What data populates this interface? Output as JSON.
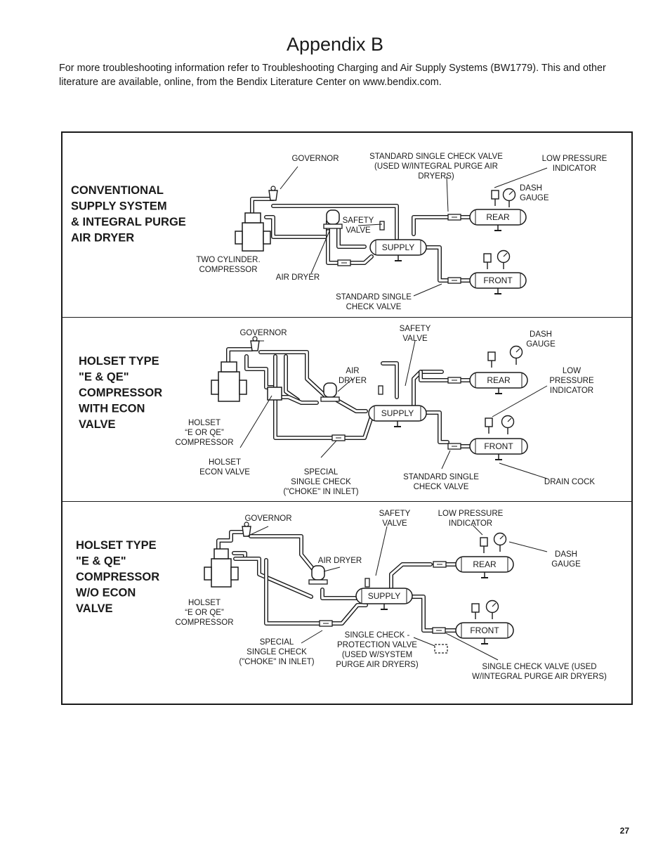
{
  "page": {
    "title": "Appendix B",
    "intro": "For more troubleshooting information refer to Troubleshooting Charging and Air Supply Systems (BW1779). This and other literature are available, online, from the Bendix Literature Center on www.bendix.com.",
    "page_number": "27"
  },
  "panels": [
    {
      "system_title": [
        "CONVENTIONAL",
        "SUPPLY SYSTEM",
        "& INTEGRAL PURGE",
        "AIR DRYER"
      ],
      "labels": {
        "governor": [
          "GOVERNOR"
        ],
        "check_valve_top": [
          "STANDARD SINGLE CHECK VALVE",
          "(USED W/INTEGRAL PURGE AIR",
          "DRYERS)"
        ],
        "low_pressure": [
          "LOW PRESSURE",
          "INDICATOR"
        ],
        "dash_gauge": [
          "DASH",
          "GAUGE"
        ],
        "safety_valve": [
          "SAFETY",
          "VALVE"
        ],
        "compressor": [
          "TWO CYLINDER.",
          "COMPRESSOR"
        ],
        "air_dryer": [
          "AIR DRYER"
        ],
        "check_valve_bottom": [
          "STANDARD SINGLE",
          "CHECK VALVE"
        ],
        "rear": "REAR",
        "supply": "SUPPLY",
        "front": "FRONT"
      }
    },
    {
      "system_title": [
        "HOLSET TYPE",
        "\"E & QE\"",
        "COMPRESSOR",
        "WITH ECON",
        "VALVE"
      ],
      "labels": {
        "governor": [
          "GOVERNOR"
        ],
        "safety_valve": [
          "SAFETY",
          "VALVE"
        ],
        "dash_gauge": [
          "DASH",
          "GAUGE"
        ],
        "air_dryer": [
          "AIR",
          "DRYER"
        ],
        "low_pressure": [
          "LOW",
          "PRESSURE",
          "INDICATOR"
        ],
        "compressor": [
          "HOLSET",
          "“E OR QE”",
          "COMPRESSOR"
        ],
        "econ_valve": [
          "HOLSET",
          "ECON VALVE"
        ],
        "special_check": [
          "SPECIAL",
          "SINGLE CHECK",
          "(\"CHOKE\" IN INLET)"
        ],
        "check_valve": [
          "STANDARD SINGLE",
          "CHECK VALVE"
        ],
        "drain_cock": [
          "DRAIN COCK"
        ],
        "rear": "REAR",
        "supply": "SUPPLY",
        "front": "FRONT"
      }
    },
    {
      "system_title": [
        "HOLSET TYPE",
        "\"E & QE\"",
        "COMPRESSOR",
        "W/O ECON",
        "VALVE"
      ],
      "labels": {
        "governor": [
          "GOVERNOR"
        ],
        "safety_valve": [
          "SAFETY",
          "VALVE"
        ],
        "low_pressure": [
          "LOW PRESSURE",
          "INDICATOR"
        ],
        "dash_gauge": [
          "DASH",
          "GAUGE"
        ],
        "air_dryer": [
          "AIR DRYER"
        ],
        "compressor": [
          "HOLSET",
          "“E OR QE”",
          "COMPRESSOR"
        ],
        "special_check": [
          "SPECIAL",
          "SINGLE CHECK",
          "(\"CHOKE\" IN INLET)"
        ],
        "protection_valve": [
          "SINGLE CHECK -",
          "PROTECTION VALVE",
          "(USED W/SYSTEM",
          "PURGE AIR DRYERS)"
        ],
        "check_valve": [
          "SINGLE CHECK VALVE (USED",
          "W/INTEGRAL PURGE AIR DRYERS)"
        ],
        "rear": "REAR",
        "supply": "SUPPLY",
        "front": "FRONT"
      }
    }
  ]
}
